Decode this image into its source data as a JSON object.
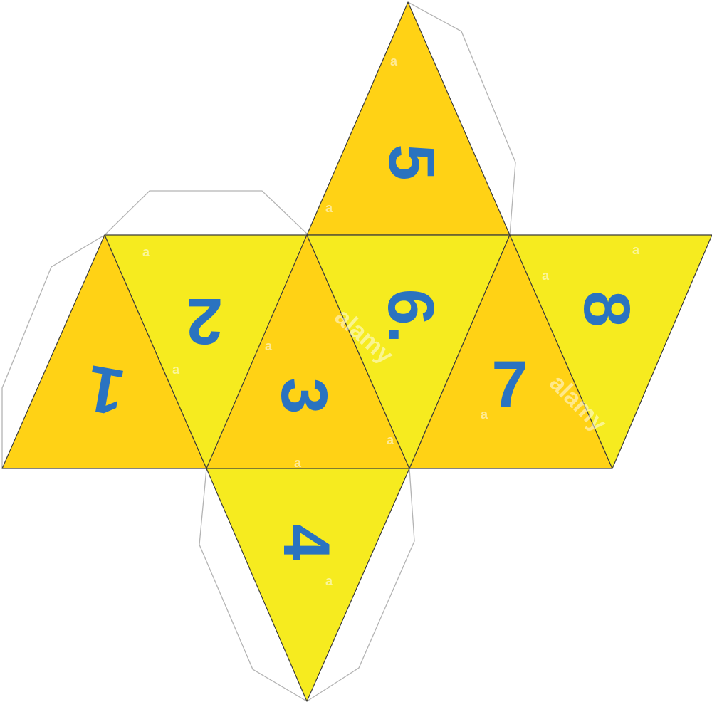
{
  "colors": {
    "face_orange": "#FFD215",
    "face_yellow": "#F6EB1F",
    "numbers": "#2A73C0",
    "edge": "#3a3a3a",
    "tab_outline": "#b4b4b4"
  },
  "faces": [
    {
      "id": "face-1",
      "label": "1"
    },
    {
      "id": "face-2",
      "label": "2"
    },
    {
      "id": "face-3",
      "label": "3"
    },
    {
      "id": "face-4",
      "label": "4"
    },
    {
      "id": "face-5",
      "label": "5"
    },
    {
      "id": "face-6",
      "label": "6."
    },
    {
      "id": "face-7",
      "label": "7"
    },
    {
      "id": "face-8",
      "label": "8"
    }
  ],
  "watermarks": {
    "logo": "alamy",
    "mark": "a"
  }
}
